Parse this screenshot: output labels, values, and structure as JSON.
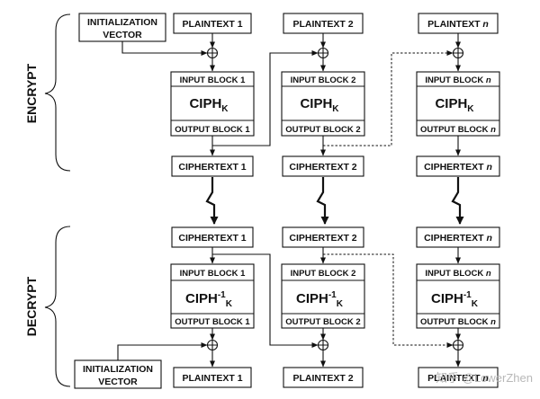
{
  "encrypt": {
    "side_label": "ENCRYPT",
    "iv_line1": "INITIALIZATION",
    "iv_line2": "VECTOR",
    "columns": [
      {
        "plaintext": "PLAINTEXT 1",
        "input_block": "INPUT BLOCK 1",
        "ciph": "CIPH",
        "ciph_sub": "K",
        "output_block": "OUTPUT BLOCK 1",
        "ciphertext": "CIPHERTEXT 1"
      },
      {
        "plaintext": "PLAINTEXT 2",
        "input_block": "INPUT BLOCK 2",
        "ciph": "CIPH",
        "ciph_sub": "K",
        "output_block": "OUTPUT BLOCK 2",
        "ciphertext": "CIPHERTEXT 2"
      },
      {
        "plaintext": "PLAINTEXT n",
        "input_block": "INPUT BLOCK n",
        "ciph": "CIPH",
        "ciph_sub": "K",
        "output_block": "OUTPUT BLOCK n",
        "ciphertext": "CIPHERTEXT n"
      }
    ]
  },
  "decrypt": {
    "side_label": "DECRYPT",
    "iv_line1": "INITIALIZATION",
    "iv_line2": "VECTOR",
    "columns": [
      {
        "ciphertext": "CIPHERTEXT 1",
        "input_block": "INPUT BLOCK 1",
        "ciph": "CIPH",
        "ciph_sup": "-1",
        "ciph_sub": "K",
        "output_block": "OUTPUT BLOCK 1",
        "plaintext": "PLAINTEXT 1"
      },
      {
        "ciphertext": "CIPHERTEXT 2",
        "input_block": "INPUT BLOCK 2",
        "ciph": "CIPH",
        "ciph_sup": "-1",
        "ciph_sub": "K",
        "output_block": "OUTPUT BLOCK 2",
        "plaintext": "PLAINTEXT 2"
      },
      {
        "ciphertext": "CIPHERTEXT n",
        "input_block": "INPUT BLOCK n",
        "ciph": "CIPH",
        "ciph_sup": "-1",
        "ciph_sub": "K",
        "output_block": "OUTPUT BLOCK n",
        "plaintext": "PLAINTEXT n"
      }
    ]
  },
  "watermark": "知乎 @LowerZhen",
  "colors": {
    "line": "#111111",
    "background": "#ffffff",
    "watermark": "#b8b8b8"
  }
}
